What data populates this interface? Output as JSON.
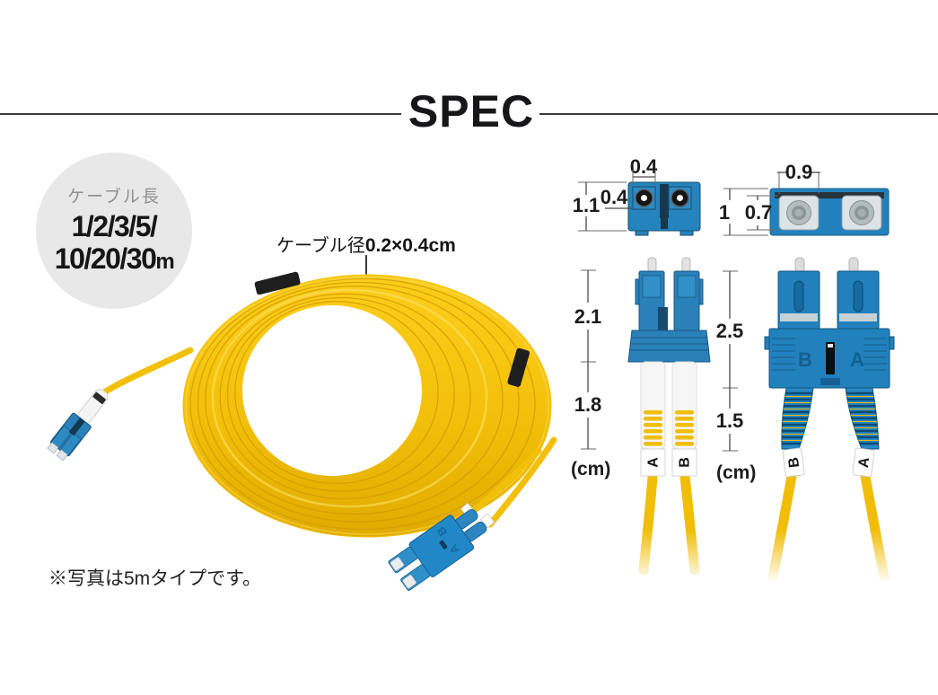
{
  "header": {
    "title": "SPEC"
  },
  "badge": {
    "label": "ケーブル長",
    "line1": "1/2/3/5/",
    "line2_value": "10/20/30",
    "line2_unit": "m"
  },
  "diameter": {
    "prefix": "ケーブル径",
    "value": "0.2×0.4cm"
  },
  "note": "※写真は5mタイプです。",
  "photo": {
    "sc_emboss_top": "A",
    "sc_emboss_bottom": "B"
  },
  "lc": {
    "front": {
      "top_width": "0.4",
      "ferrule_height": "0.4",
      "total_height": "1.1"
    },
    "side": {
      "upper": "2.1",
      "lower": "1.8",
      "unit": "(cm)",
      "band_left": "A",
      "band_right": "B"
    }
  },
  "sc": {
    "front": {
      "top_width": "0.9",
      "inner_height": "0.7",
      "total_height": "1"
    },
    "side": {
      "upper": "2.5",
      "lower": "1.5",
      "unit": "(cm)",
      "band_left": "B",
      "band_right": "A",
      "emboss_left": "B",
      "emboss_right": "A"
    }
  },
  "colors": {
    "cable_yellow": "#f2c00a",
    "connector_blue": "#2181bd",
    "badge_gray": "#e8e8e8",
    "rule_dark": "#3a3a3a"
  }
}
